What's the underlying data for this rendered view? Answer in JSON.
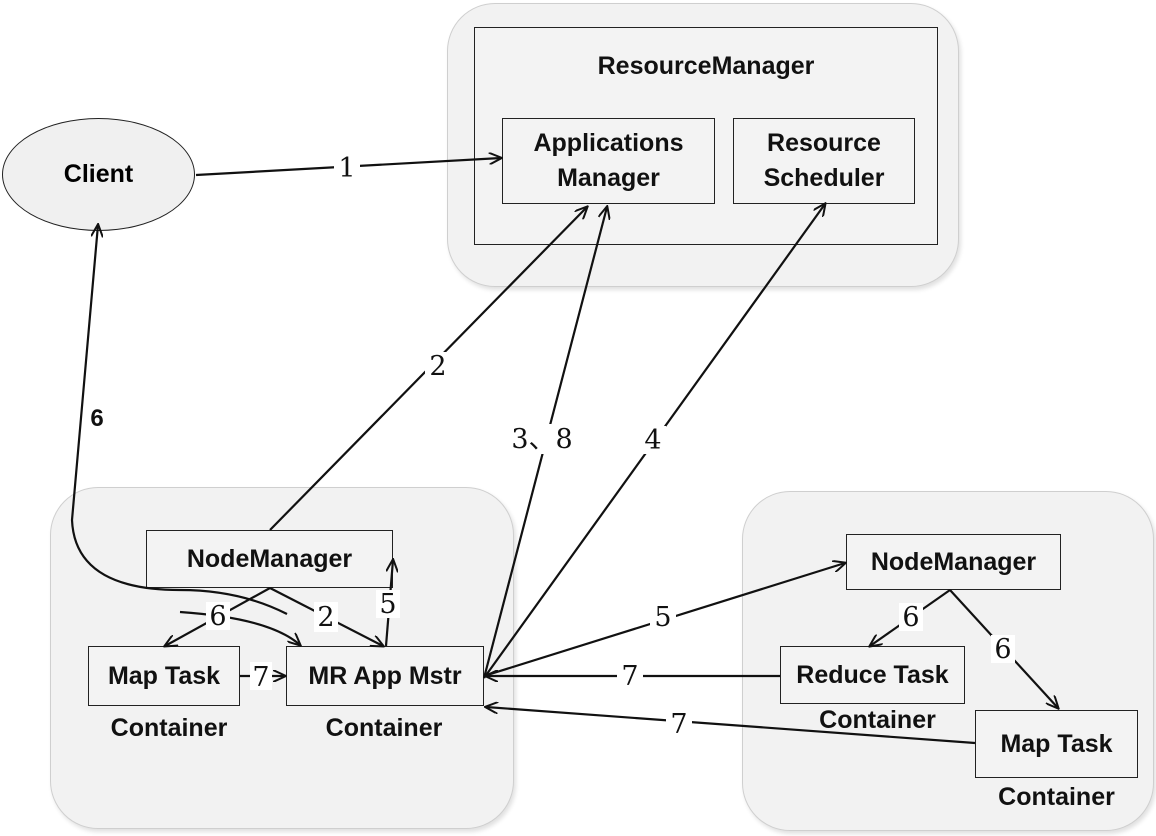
{
  "resource_manager": {
    "title": "ResourceManager",
    "applications_manager": "Applications\nManager",
    "resource_scheduler": "Resource\nScheduler"
  },
  "client": {
    "label": "Client"
  },
  "left_node": {
    "node_manager": "NodeManager",
    "map_task": "Map Task",
    "map_task_container": "Container",
    "mr_app_master": "MR App Mstr",
    "mr_app_master_container": "Container"
  },
  "right_node": {
    "node_manager": "NodeManager",
    "reduce_task": "Reduce Task",
    "reduce_task_container": "Container",
    "map_task": "Map Task",
    "map_task_container": "Container"
  },
  "edge_labels": {
    "client_to_am": "1",
    "nm_to_am": "2",
    "mr_to_am": "3、8",
    "mr_to_scheduler": "4",
    "mr_to_client": "6",
    "nm_to_map": "6",
    "nm_to_mr": "2",
    "mr_to_nm": "5",
    "map_to_mr": "7",
    "mr_to_right_nm": "5",
    "reduce_to_mr": "7",
    "right_nm_to_reduce": "6",
    "right_nm_to_map": "6",
    "right_map_to_mr": "7"
  },
  "colors": {
    "line": "#111111",
    "region_fill": "#f2f2f2",
    "box_fill": "#f3f3f3"
  }
}
